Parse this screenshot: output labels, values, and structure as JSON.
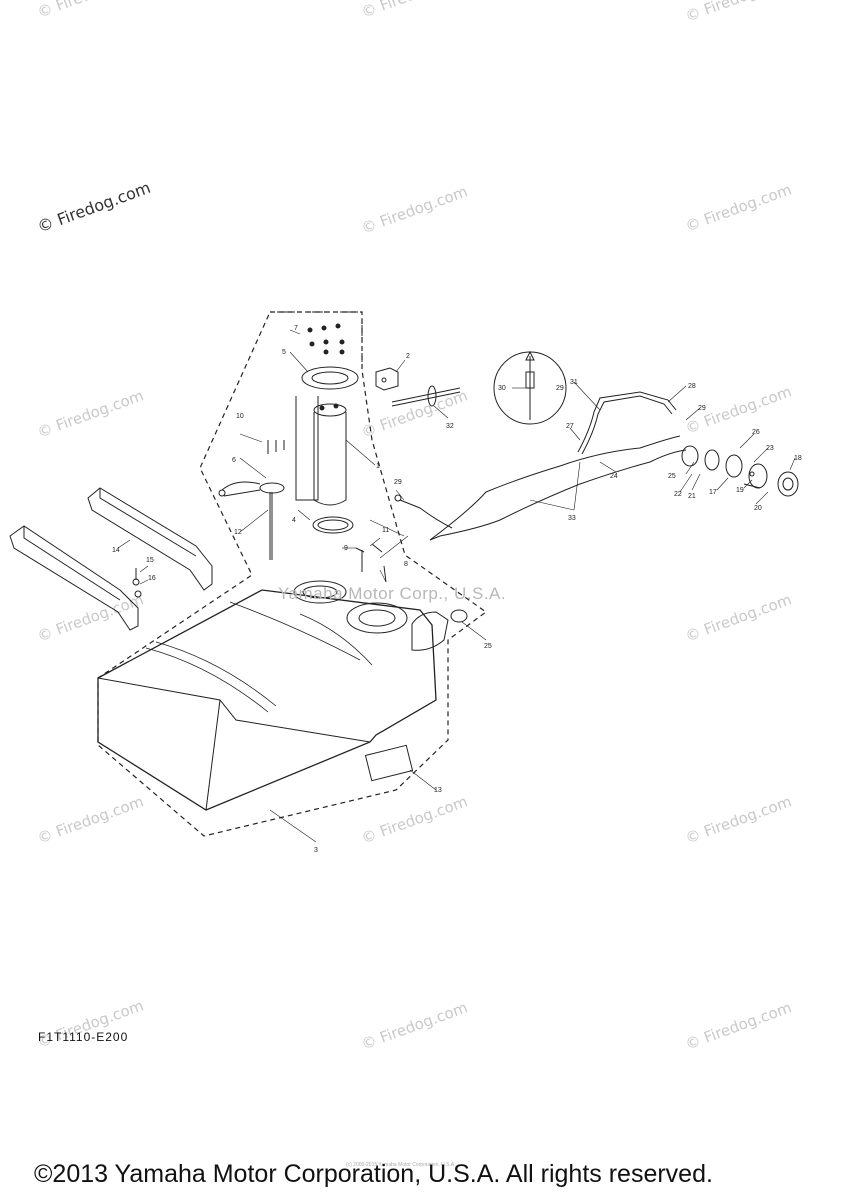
{
  "watermark": {
    "text": "© Firedog.com",
    "center_text": "Yamaha Motor Corp., U.S.A."
  },
  "diagram": {
    "code": "F1T1110-E200",
    "callouts": [
      "1",
      "2",
      "3",
      "4",
      "5",
      "6",
      "7",
      "8",
      "9",
      "10",
      "11",
      "12",
      "13",
      "14",
      "15",
      "16",
      "17",
      "18",
      "19",
      "20",
      "21",
      "22",
      "23",
      "24",
      "25",
      "26",
      "27",
      "28",
      "29",
      "30",
      "31",
      "32",
      "33"
    ]
  },
  "fine_print": "(c) 2005-2015 Yamaha Motor Corporation, U.S.A.",
  "footer": {
    "copyright": "©2013 Yamaha Motor Corporation, U.S.A. All rights reserved."
  }
}
